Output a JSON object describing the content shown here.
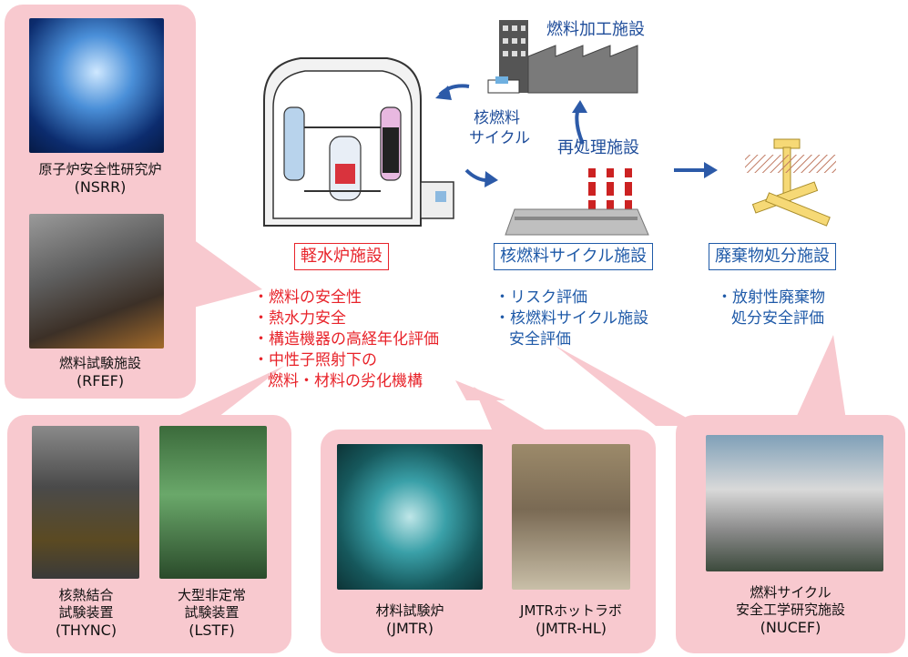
{
  "colors": {
    "box_pink": "#f8c9cf",
    "red_text": "#e8232a",
    "blue_text": "#1f5aa8",
    "arrow_blue": "#2c5aa8"
  },
  "facilities": {
    "light_water": {
      "label": "軽水炉施設",
      "items": [
        "・燃料の安全性",
        "・熱水力安全",
        "・構造機器の高経年化評価",
        "・中性子照射下の",
        "燃料・材料の劣化機構"
      ]
    },
    "fuel_cycle": {
      "label": "核燃料サイクル施設",
      "items": [
        "・リスク評価",
        "・核燃料サイクル施設",
        "安全評価"
      ]
    },
    "disposal": {
      "label": "廃棄物処分施設",
      "items": [
        "・放射性廃棄物",
        "処分安全評価"
      ]
    }
  },
  "flow": {
    "fuel_fab": "燃料加工施設",
    "cycle_line1": "核燃料",
    "cycle_line2": "サイクル",
    "reprocessing": "再処理施設"
  },
  "photos": {
    "nsrr": {
      "line1": "原子炉安全性研究炉",
      "line2": "(NSRR)"
    },
    "rfef": {
      "line1": "燃料試験施設",
      "line2": "(RFEF)"
    },
    "thync": {
      "line1": "核熱結合",
      "line2": "試験装置",
      "line3": "(THYNC)"
    },
    "lstf": {
      "line1": "大型非定常",
      "line2": "試験装置",
      "line3": "(LSTF)"
    },
    "jmtr": {
      "line1": "材料試験炉",
      "line2": "(JMTR)"
    },
    "jmtrhl": {
      "line1": "JMTRホットラボ",
      "line2": "(JMTR-HL)"
    },
    "nucef": {
      "line1": "燃料サイクル",
      "line2": "安全工学研究施設",
      "line3": "(NUCEF)"
    }
  }
}
